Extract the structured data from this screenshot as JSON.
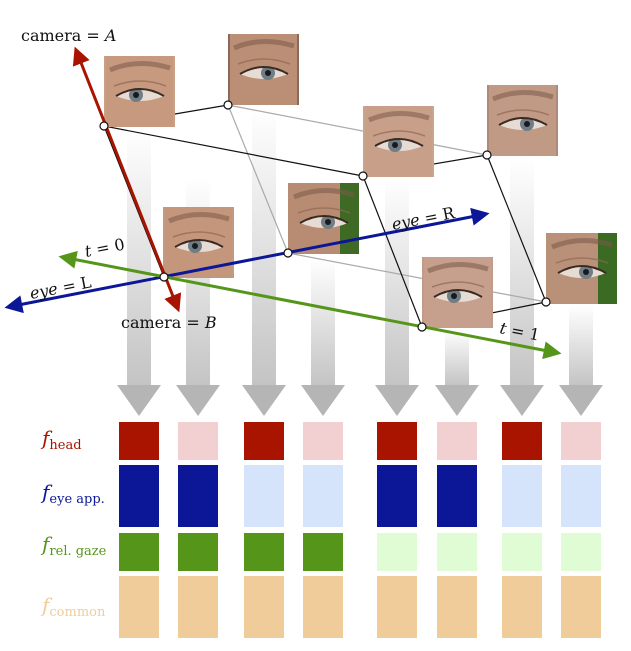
{
  "labels": {
    "camera_a": {
      "prefix": "camera = ",
      "var": "A"
    },
    "camera_b": {
      "prefix": "camera = ",
      "var": "B"
    },
    "eye_r": {
      "prefix": "eye = ",
      "var": "R"
    },
    "eye_l": {
      "prefix": "eye = ",
      "var": "L"
    },
    "t0": {
      "var": "t",
      "suffix": " = 0"
    },
    "t1": {
      "var": "t",
      "suffix": " = 1"
    }
  },
  "feature_rows": [
    {
      "letter": "f",
      "sub": "head",
      "color": "#a81400",
      "light": "#f2cfd0",
      "pattern": [
        1,
        0,
        1,
        0,
        1,
        0,
        1,
        0
      ]
    },
    {
      "letter": "f",
      "sub": "eye app.",
      "color": "#0b1796",
      "light": "#d6e4fb",
      "pattern": [
        1,
        1,
        0,
        0,
        1,
        1,
        0,
        0
      ]
    },
    {
      "letter": "f",
      "sub": "rel. gaze",
      "color": "#55961a",
      "light": "#dffcd4",
      "pattern": [
        1,
        1,
        1,
        1,
        0,
        0,
        0,
        0
      ]
    },
    {
      "letter": "f",
      "sub": "common",
      "color": "#f0cc9a",
      "light": "#f0cc9a",
      "pattern": [
        1,
        1,
        1,
        1,
        1,
        1,
        1,
        1
      ]
    }
  ],
  "eye_images": [
    {
      "name": "eye-image-1",
      "skin": "#c79a80",
      "bg": "#c9a086"
    },
    {
      "name": "eye-image-2",
      "skin": "#bb8f75",
      "bg": "#8a6a5a"
    },
    {
      "name": "eye-image-3",
      "skin": "#c8a08a",
      "bg": "#caa58e"
    },
    {
      "name": "eye-image-4",
      "skin": "#c19a85",
      "bg": "#b08a78"
    },
    {
      "name": "eye-image-5",
      "skin": "#c4977c",
      "bg": "#c39a80"
    },
    {
      "name": "eye-image-6",
      "skin": "#b88c72",
      "bg": "#3f6a25"
    },
    {
      "name": "eye-image-7",
      "skin": "#c6a08c",
      "bg": "#c29c88"
    },
    {
      "name": "eye-image-8",
      "skin": "#b99078",
      "bg": "#3b6a22"
    }
  ],
  "colors": {
    "camera_axis": "#a81400",
    "eye_axis": "#0b1796",
    "t_axis": "#55961a",
    "arrow_gray": "#b0b0b0"
  }
}
